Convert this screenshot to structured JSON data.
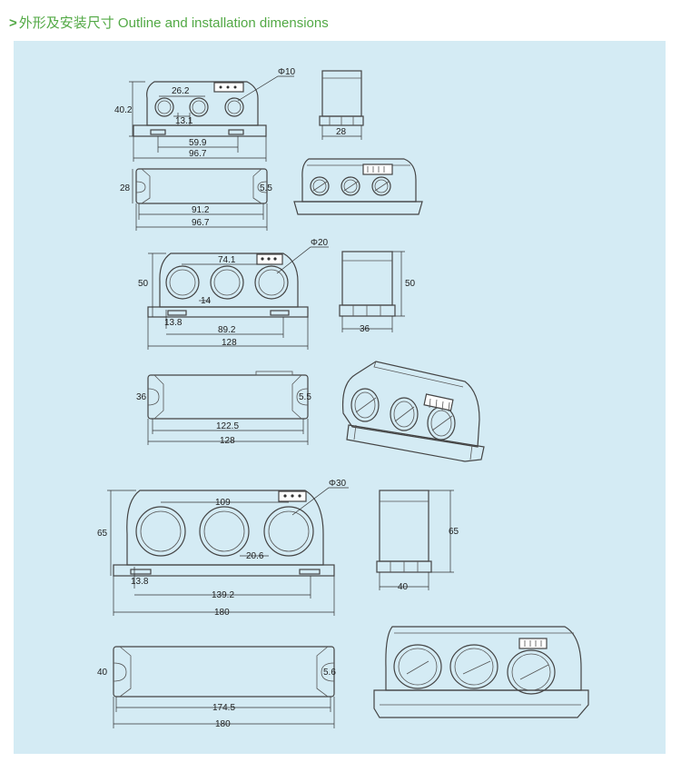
{
  "header": {
    "arrow": ">",
    "title": "外形及安装尺寸 Outline and installation dimensions"
  },
  "colors": {
    "header": "#52a945",
    "panel": "#d4ebf4",
    "line": "#444444"
  },
  "dimensions": {
    "small": {
      "phi": "Φ10",
      "hole_spacing": "26.2",
      "gap": "13.1",
      "height": "40.2",
      "mount_spacing": "59.9",
      "width": "96.7",
      "side_depth": "28",
      "top_height": "28",
      "top_slot": "5.5",
      "top_inner": "91.2",
      "top_width": "96.7"
    },
    "medium": {
      "phi": "Φ20",
      "hole_spacing": "74.1",
      "gap": "14",
      "height": "50",
      "left_offset": "13.8",
      "mount_spacing": "89.2",
      "width": "128",
      "side_height": "50",
      "side_depth": "36",
      "top_height": "36",
      "top_slot": "5.5",
      "top_inner": "122.5",
      "top_width": "128"
    },
    "large": {
      "phi": "Φ30",
      "hole_spacing": "109",
      "gap": "20.6",
      "height": "65",
      "left_offset": "13.8",
      "mount_spacing": "139.2",
      "width": "180",
      "side_height": "65",
      "side_depth": "40",
      "top_height": "40",
      "top_slot": "5.6",
      "top_inner": "174.5",
      "top_width": "180"
    }
  }
}
